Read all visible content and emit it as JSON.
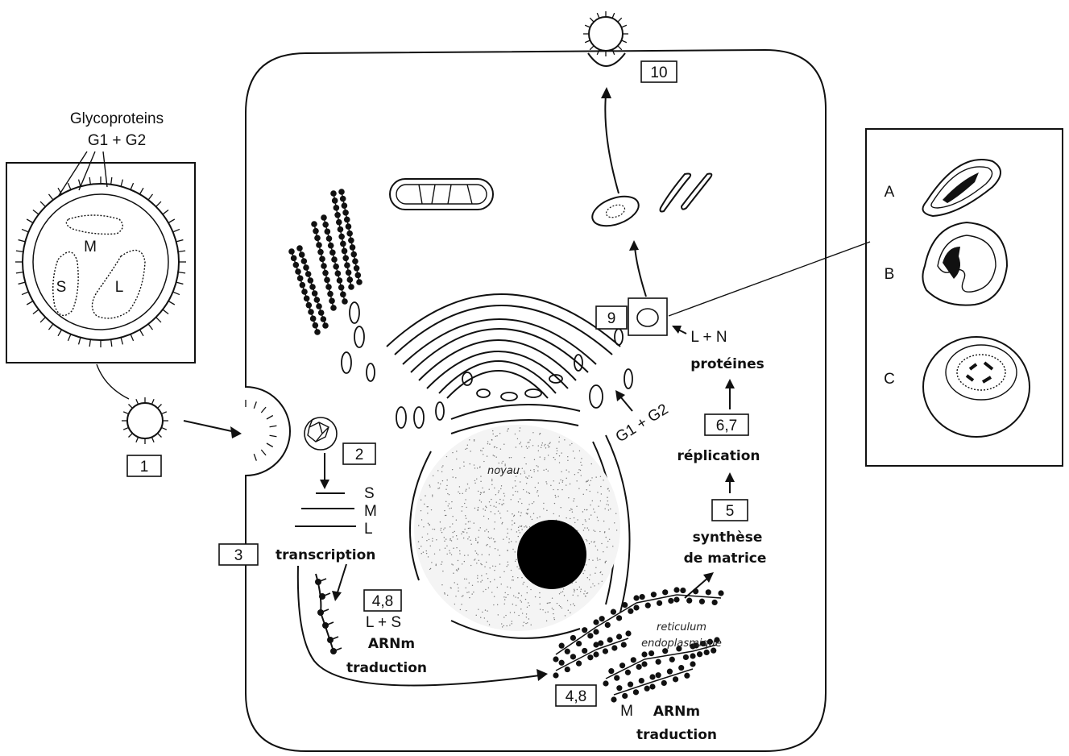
{
  "virion_panel": {
    "title_line1": "Glycoproteins",
    "title_line2": "G1 + G2",
    "segment_m": "M",
    "segment_s": "S",
    "segment_l": "L"
  },
  "steps": {
    "s1": "1",
    "s2": "2",
    "s3": "3",
    "s4a": "4,8",
    "s4b": "4,8",
    "s5": "5",
    "s67": "6,7",
    "s9": "9",
    "s10": "10"
  },
  "rna_labels": {
    "s": "S",
    "m": "M",
    "l": "L"
  },
  "labels": {
    "transcription": "transcription",
    "l_plus_s": "L + S",
    "arnm_1": "ARNm",
    "traduction_1": "traduction",
    "m": "M",
    "arnm_2": "ARNm",
    "traduction_2": "traduction",
    "reticulum_1": "reticulum",
    "reticulum_2": "endoplasmique",
    "synthese_1": "synthèse",
    "synthese_2": "de matrice",
    "replication": "réplication",
    "proteines": "protéines",
    "l_plus_n": "L + N",
    "g1_g2": "G1 + G2",
    "noyau": "noyau"
  },
  "stages_panel": {
    "a": "A",
    "b": "B",
    "c": "C"
  }
}
